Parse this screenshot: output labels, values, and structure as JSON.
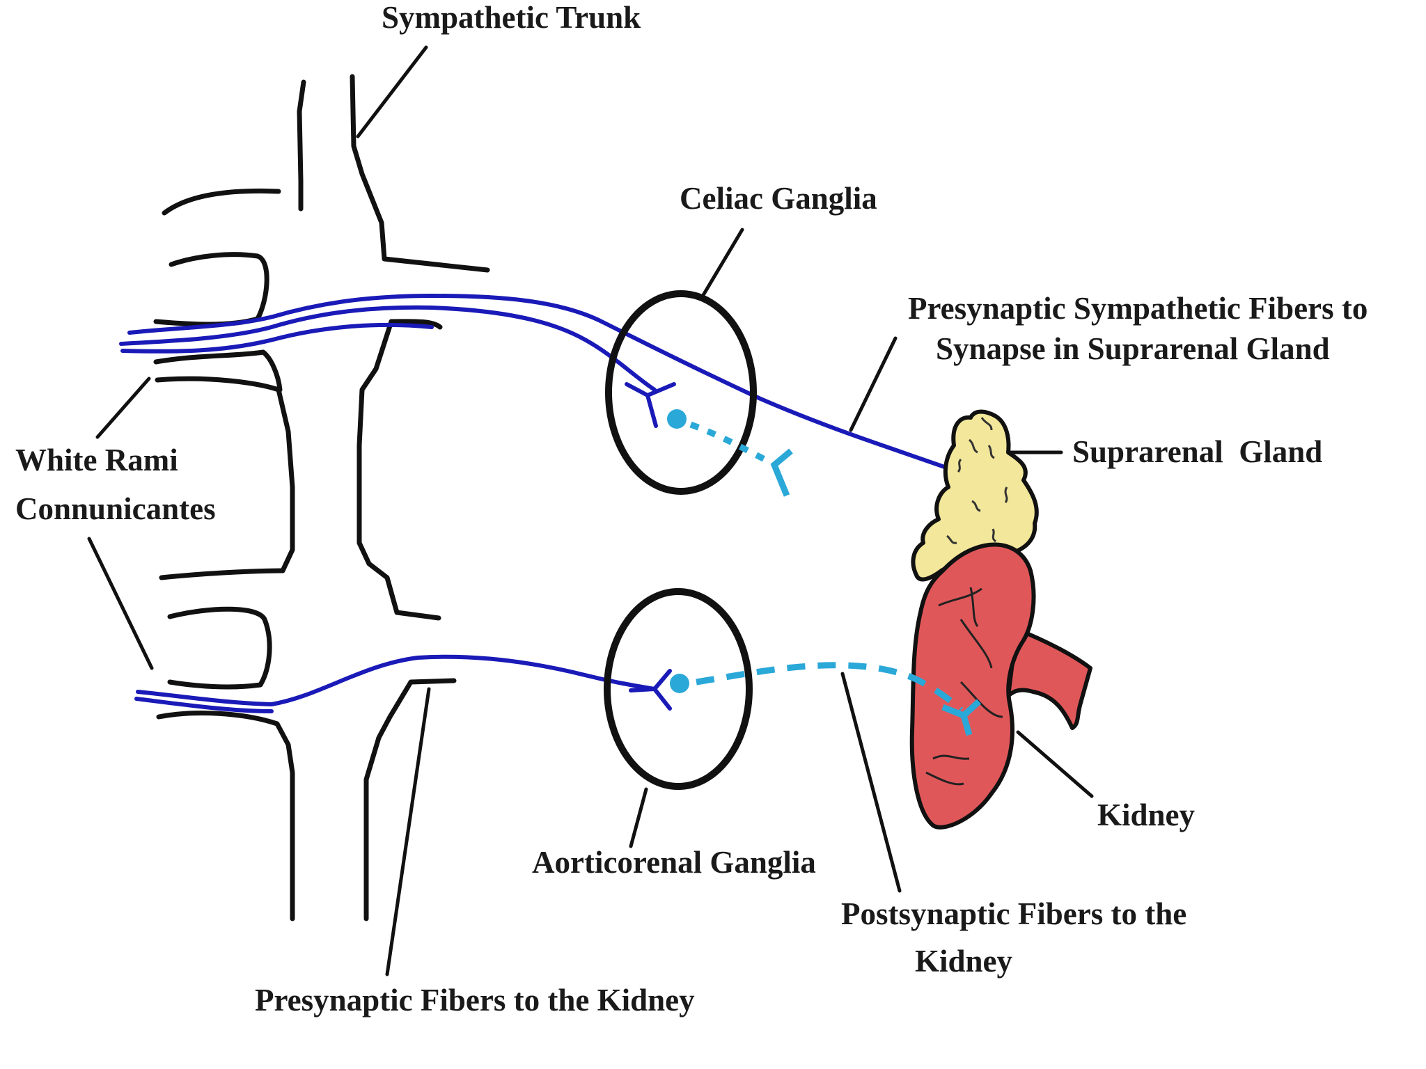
{
  "labels": {
    "sympathetic_trunk": "Sympathetic Trunk",
    "celiac_ganglia": "Celiac Ganglia",
    "presynaptic_sympathetic_line1": "Presynaptic Sympathetic Fibers to",
    "presynaptic_sympathetic_line2": "Synapse in Suprarenal Gland",
    "suprarenal_gland": "Suprarenal  Gland",
    "white_rami_line1": "White Rami",
    "white_rami_line2": "Connunicantes",
    "kidney": "Kidney",
    "aorticorenal_ganglia": "Aorticorenal Ganglia",
    "postsynaptic_line1": "Postsynaptic Fibers to the",
    "postsynaptic_line2": "Kidney",
    "presynaptic_kidney": "Presynaptic Fibers to the Kidney"
  },
  "colors": {
    "presynaptic_fiber": "#1a1ab8",
    "postsynaptic_fiber": "#2aa8d8",
    "suprarenal_gland": "#f2e79a",
    "kidney": "#e0575a",
    "outline": "#111111"
  }
}
